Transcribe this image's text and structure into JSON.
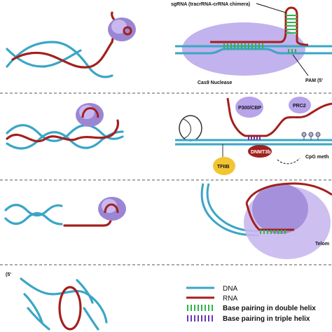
{
  "colors": {
    "dna": "#3aa6c6",
    "rna": "#a3201d",
    "protein": "#a08bd8",
    "protein_light": "#c9b8ef",
    "base_pair_double": "#2fb34a",
    "base_pair_triple": "#6a36b8",
    "tf_yellow": "#f3c533"
  },
  "panel1": {
    "sgrna_label": "sgRNA (tracrRNA-crRNA chimera)",
    "cas9_label": "Cas9 Nuclease",
    "pam_label": "PAM (5'"
  },
  "panel2": {
    "p300_label": "P300/CBP",
    "prc2_label": "PRC2",
    "tfiib_label": "TFIIB",
    "dnmt_label": "DNMT3b",
    "cpg_label": "CpG meth"
  },
  "panel3": {
    "telomere_label": "Telom"
  },
  "panel4": {
    "dna_snippet_label": "(5'"
  },
  "legend": {
    "dna": "DNA",
    "rna": "RNA",
    "double": "Base pairing in double helix",
    "triple": "Base pairing in triple helix"
  }
}
